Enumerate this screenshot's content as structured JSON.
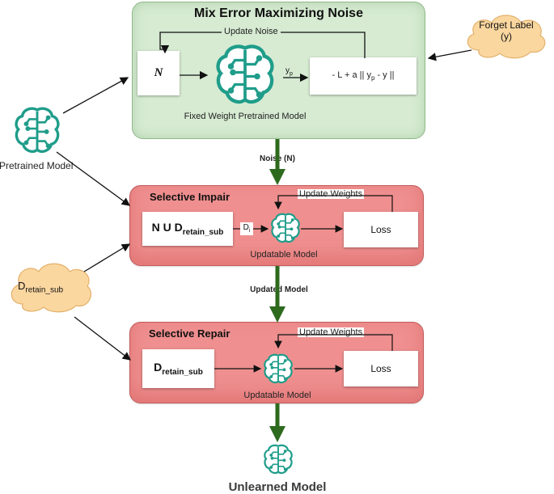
{
  "top_panel": {
    "title": "Mix Error Maximizing Noise",
    "noise_symbol": "N",
    "update_noise_label": "Update Noise",
    "yp_label": "y",
    "yp_sub": "p",
    "loss_expr_a": "- L + a || y",
    "loss_expr_sub": "p",
    "loss_expr_b": " - y ||",
    "model_caption": "Fixed Weight Pretrained Model"
  },
  "forget_label": {
    "line1": "Forget Label",
    "line2": "(y)"
  },
  "pretrained_model_label": "Pretrained Model",
  "noise_arrow_label": "Noise (N)",
  "impair_panel": {
    "title": "Selective Impair",
    "input_main": "N U D",
    "input_sub": "retain_sub",
    "di_main": "D",
    "di_sub": "i",
    "update_weights_label": "Update Weights",
    "model_caption": "Updatable Model",
    "loss_label": "Loss"
  },
  "retain_cloud": {
    "main": "D",
    "sub": "retain_sub"
  },
  "updated_model_label": "Updated Model",
  "repair_panel": {
    "title": "Selective Repair",
    "input_main": "D",
    "input_sub": "retain_sub",
    "update_weights_label": "Update Weights",
    "model_caption": "Updatable Model",
    "loss_label": "Loss"
  },
  "output_label": "Unlearned Model",
  "colors": {
    "brain_teal": "#1f9d8a",
    "green_arrow": "#2d6a1e",
    "green_panel": "#d6ebd2",
    "red_panel": "#ef8f8f",
    "cloud_fill": "#fbd7a0"
  },
  "icons": [
    "brain-circuit-icon",
    "cloud-icon"
  ]
}
